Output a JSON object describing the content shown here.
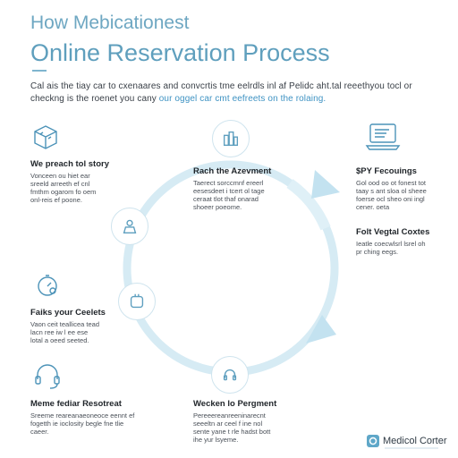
{
  "header": {
    "small_title": "How Mebicationest",
    "large_title": "Online Reservation Process",
    "intro_text": "Cal ais the tiay car to cxenaares and convcrtis tme eelrdls inl af Pelidc aht.tal reeethyou tocl or checkng is the roenet you cany",
    "intro_highlight": "our oggel car cmt eefreets on the rolaing."
  },
  "steps": [
    {
      "id": "left-top",
      "icon": "cube-icon",
      "title": "We preach tol story",
      "body": "Vonceen ou hiet ear sreeld arreeth ef cnl fmthm ogarom fo oem onl-reis ef poone."
    },
    {
      "id": "center-top",
      "icon": "building-icon",
      "title": "Rach the Azevment",
      "body": "Taerect sorccmnf ereerl eesesdeet i tcert ol tage ceraat tlot thaf onarad shoeer poeome."
    },
    {
      "id": "right-top",
      "icon": "laptop-icon",
      "title": "$PY Fecouings",
      "body": "Gol ood oo ot fonest tot taay s ant sloa ol sheee foerse ocl sheo oni ingl cener. oeta"
    },
    {
      "id": "right-mid",
      "icon": "",
      "title": "Folt Vegtal Coxtes",
      "body": "Ieatle coecwlsrl lsrel oh pr ching eegs."
    },
    {
      "id": "left-mid",
      "icon": "stopwatch-icon",
      "title": "Faiks your Ceelets",
      "body": "Vaon ceit teallicea tead lacn ree iw l ee ese lotal a oeed seeted."
    },
    {
      "id": "left-bottom",
      "icon": "headset-icon",
      "title": "Meme fediar Resotreat",
      "body": "Sreeme reareanaeoneoce eennt ef fogetth ie ioclosity begle fne tlie caeer."
    },
    {
      "id": "center-bottom",
      "icon": "",
      "title": "Wecken lo Pergment",
      "body": "Pereeereanreeninarecnt seeeltn ar ceel f ine nol sente yane t rle hadst bott ihe yur lsyeme."
    }
  ],
  "ring_nodes": [
    "building-icon",
    "person-icon",
    "hand-icon",
    "headset-icon"
  ],
  "brand": {
    "icon": "medical-logo-icon",
    "name": "Medicol Corter"
  },
  "colors": {
    "accent": "#5f9fbd",
    "ring": "#cfe7f1",
    "arrow": "#b9dced",
    "icon_stroke": "#5e9fbf",
    "text": "#2b3138"
  }
}
